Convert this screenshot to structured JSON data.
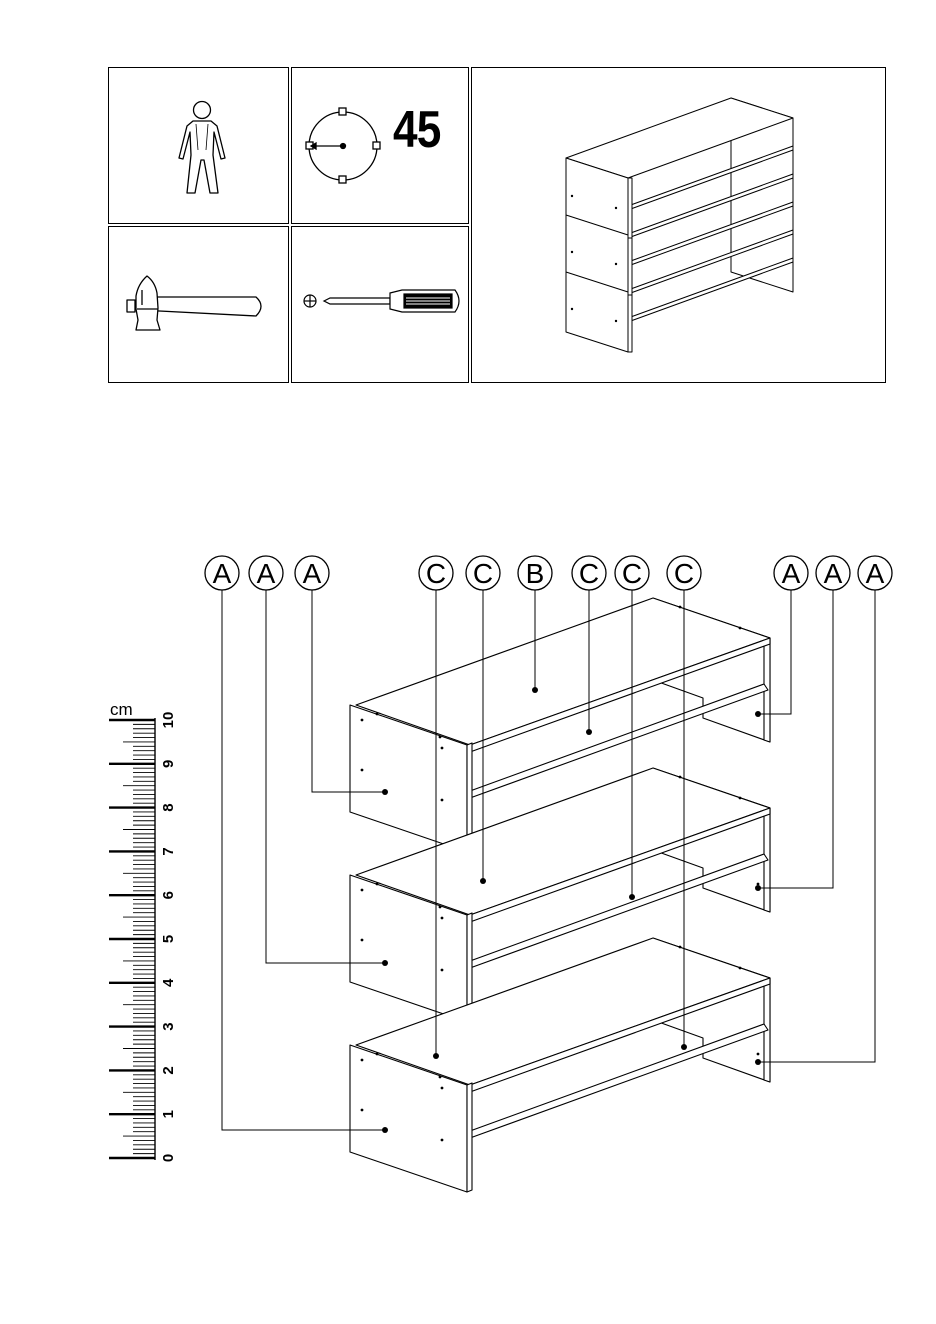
{
  "header": {
    "people_icon": "person-icon",
    "time_icon": "clock-icon",
    "time_minutes": "45",
    "tool1_icon": "hammer-icon",
    "tool2_icon": "phillips-screwdriver-icon",
    "overview": "assembled-shelf-unit"
  },
  "ruler": {
    "unit": "cm",
    "ticks": [
      "0",
      "1",
      "2",
      "3",
      "4",
      "5",
      "6",
      "7",
      "8",
      "9",
      "10"
    ]
  },
  "callouts": [
    "A",
    "A",
    "A",
    "C",
    "C",
    "B",
    "C",
    "C",
    "C",
    "A",
    "A",
    "A"
  ]
}
